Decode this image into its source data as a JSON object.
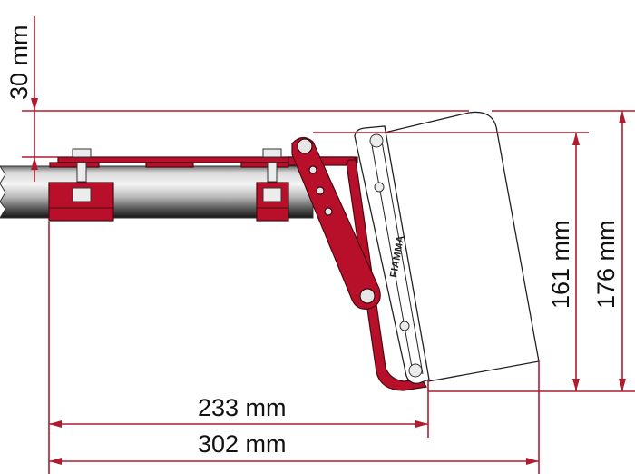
{
  "diagram": {
    "type": "technical-dimension-drawing",
    "subject": "Awning bracket mounted on round tube (roof rail adapter)",
    "brand_logo": "FIAMMA",
    "colors": {
      "dimension_lines": "#b01c2e",
      "bracket": "#b8102a",
      "tube_light": "#f2f2f2",
      "tube_dark": "#1a1a1a",
      "outline": "#222222",
      "background": "#ffffff"
    },
    "dimensions": {
      "rail_offset": {
        "label": "30 mm",
        "value": 30,
        "unit": "mm",
        "orientation": "vertical"
      },
      "inner_height": {
        "label": "161 mm",
        "value": 161,
        "unit": "mm",
        "orientation": "vertical"
      },
      "outer_height": {
        "label": "176 mm",
        "value": 176,
        "unit": "mm",
        "orientation": "vertical"
      },
      "bracket_depth": {
        "label": "233 mm",
        "value": 233,
        "unit": "mm",
        "orientation": "horizontal"
      },
      "total_depth": {
        "label": "302 mm",
        "value": 302,
        "unit": "mm",
        "orientation": "horizontal"
      }
    }
  }
}
